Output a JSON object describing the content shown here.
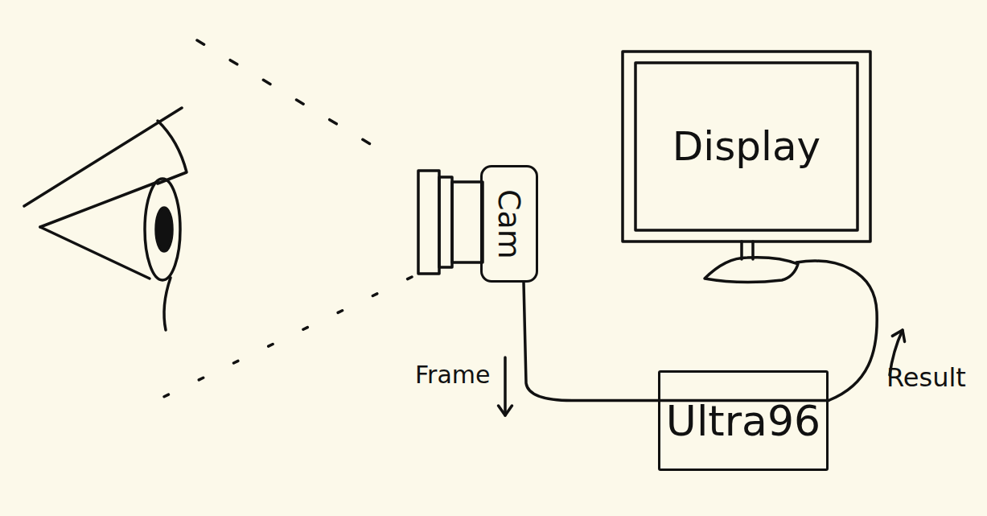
{
  "diagram": {
    "nodes": [
      {
        "text": [
          "Display"
        ]
      },
      {
        "text": [
          "Cam"
        ]
      },
      {
        "text": [
          "Ultra96"
        ]
      }
    ],
    "edges": [
      {
        "from": 1,
        "to": 2,
        "label": "Frame",
        "arrow": "to"
      },
      {
        "from": 2,
        "to": 0,
        "label": "Result",
        "arrow": "to"
      }
    ]
  }
}
